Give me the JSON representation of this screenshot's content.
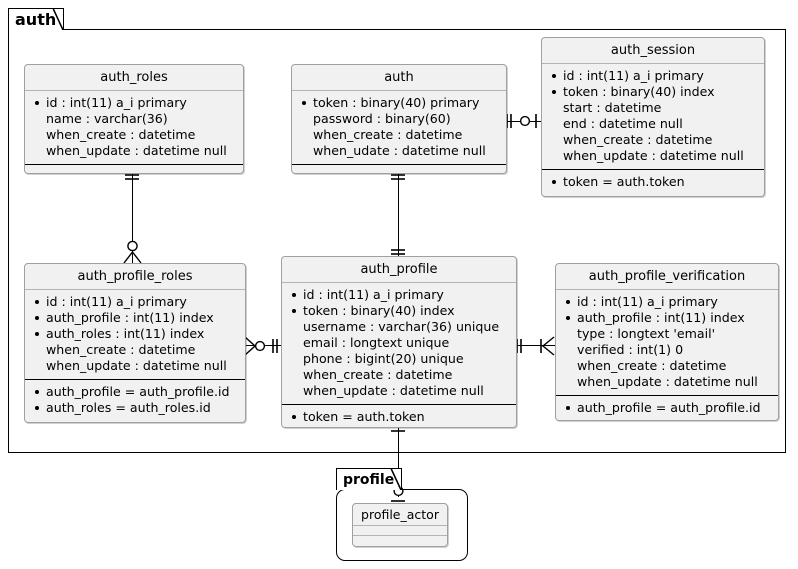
{
  "diagram": {
    "type": "er-diagram",
    "packages": [
      {
        "name": "auth"
      },
      {
        "name": "profile"
      }
    ]
  },
  "entities": {
    "auth_roles": {
      "title": "auth_roles",
      "attributes": [
        {
          "text": "id : int(11) a_i primary",
          "key": true
        },
        {
          "text": "name : varchar(36)",
          "key": false
        },
        {
          "text": "when_create : datetime",
          "key": false
        },
        {
          "text": "when_update : datetime null",
          "key": false
        }
      ],
      "constraints": []
    },
    "auth": {
      "title": "auth",
      "attributes": [
        {
          "text": "token : binary(40) primary",
          "key": true
        },
        {
          "text": "password : binary(60)",
          "key": false
        },
        {
          "text": "when_create : datetime",
          "key": false
        },
        {
          "text": "when_udate : datetime null",
          "key": false
        }
      ],
      "constraints": []
    },
    "auth_session": {
      "title": "auth_session",
      "attributes": [
        {
          "text": "id : int(11) a_i primary",
          "key": true
        },
        {
          "text": "token : binary(40) index",
          "key": true
        },
        {
          "text": "start : datetime",
          "key": false
        },
        {
          "text": "end : datetime null",
          "key": false
        },
        {
          "text": "when_create : datetime",
          "key": false
        },
        {
          "text": "when_update : datetime null",
          "key": false
        }
      ],
      "constraints": [
        {
          "text": "token = auth.token",
          "key": true
        }
      ]
    },
    "auth_profile_roles": {
      "title": "auth_profile_roles",
      "attributes": [
        {
          "text": "id : int(11) a_i primary",
          "key": true
        },
        {
          "text": "auth_profile : int(11) index",
          "key": true
        },
        {
          "text": "auth_roles : int(11) index",
          "key": true
        },
        {
          "text": "when_create : datetime",
          "key": false
        },
        {
          "text": "when_update : datetime null",
          "key": false
        }
      ],
      "constraints": [
        {
          "text": "auth_profile = auth_profile.id",
          "key": true
        },
        {
          "text": "auth_roles = auth_roles.id",
          "key": true
        }
      ]
    },
    "auth_profile": {
      "title": "auth_profile",
      "attributes": [
        {
          "text": "id : int(11) a_i primary",
          "key": true
        },
        {
          "text": "token : binary(40) index",
          "key": true
        },
        {
          "text": "username : varchar(36) unique",
          "key": false
        },
        {
          "text": "email : longtext unique",
          "key": false
        },
        {
          "text": "phone : bigint(20) unique",
          "key": false
        },
        {
          "text": "when_create : datetime",
          "key": false
        },
        {
          "text": "when_update : datetime null",
          "key": false
        }
      ],
      "constraints": [
        {
          "text": "token = auth.token",
          "key": true
        }
      ]
    },
    "auth_profile_verification": {
      "title": "auth_profile_verification",
      "attributes": [
        {
          "text": "id : int(11) a_i primary",
          "key": true
        },
        {
          "text": "auth_profile : int(11) index",
          "key": true
        },
        {
          "text": "type : longtext 'email'",
          "key": false
        },
        {
          "text": "verified : int(1) 0",
          "key": false
        },
        {
          "text": "when_create : datetime",
          "key": false
        },
        {
          "text": "when_update : datetime null",
          "key": false
        }
      ],
      "constraints": [
        {
          "text": "auth_profile = auth_profile.id",
          "key": true
        }
      ]
    },
    "profile_actor": {
      "title": "profile_actor",
      "attributes": [],
      "constraints": []
    }
  },
  "relationships": [
    {
      "from": "auth",
      "to": "auth_session",
      "from_card": "one-mandatory",
      "to_card": "zero-or-one"
    },
    {
      "from": "auth_roles",
      "to": "auth_profile_roles",
      "from_card": "one-mandatory",
      "to_card": "zero-or-many"
    },
    {
      "from": "auth",
      "to": "auth_profile",
      "from_card": "one-mandatory",
      "to_card": "one-mandatory"
    },
    {
      "from": "auth_profile_roles",
      "to": "auth_profile",
      "from_card": "zero-or-many",
      "to_card": "one-mandatory"
    },
    {
      "from": "auth_profile",
      "to": "auth_profile_verification",
      "from_card": "one-mandatory",
      "to_card": "one-or-many"
    },
    {
      "from": "auth_profile",
      "to": "profile_actor",
      "from_card": "one-mandatory",
      "to_card": "zero-or-one"
    }
  ],
  "colors": {
    "entity_fill": "#F1F1F1",
    "entity_border": "#A0A0A0",
    "frame_border": "#000000",
    "background": "#FFFFFF",
    "text": "#000000"
  }
}
